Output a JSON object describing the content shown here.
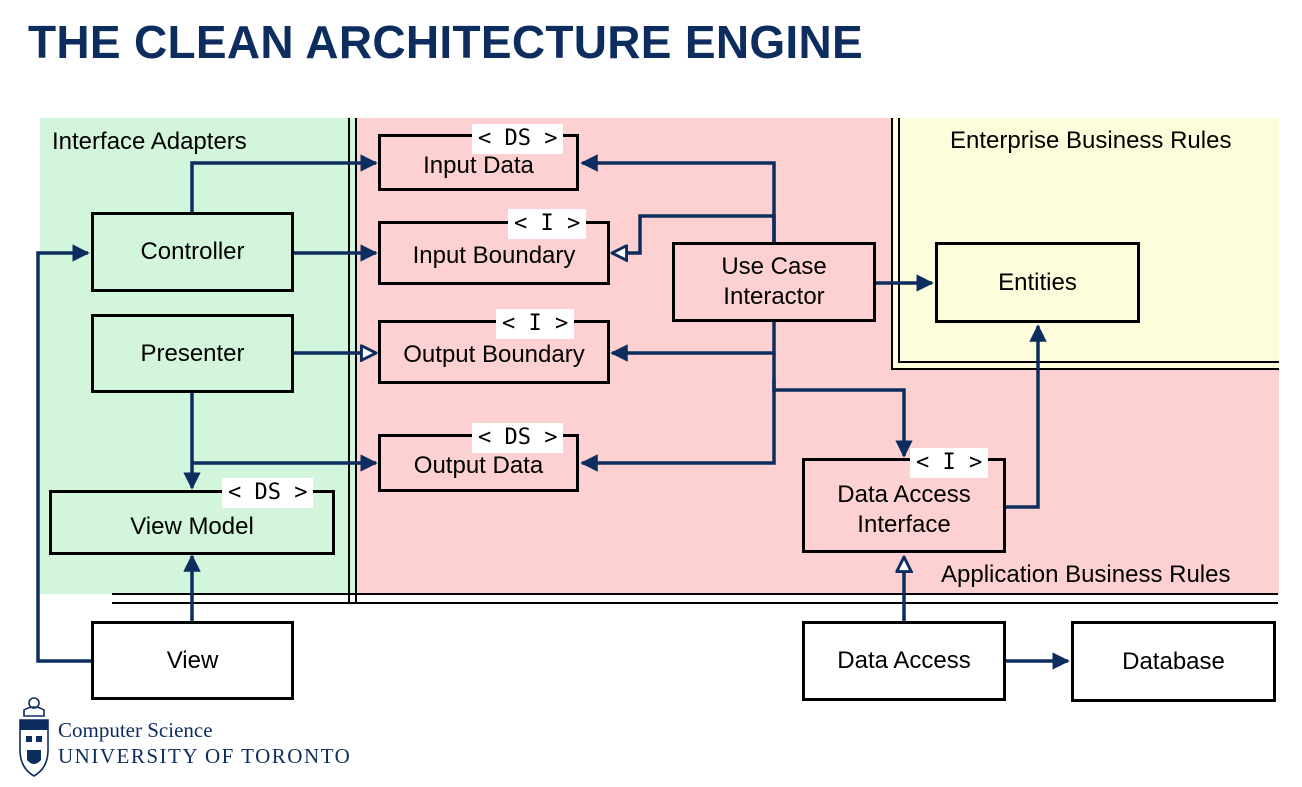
{
  "title": "THE CLEAN ARCHITECTURE ENGINE",
  "regions": {
    "interface_adapters": "Interface Adapters",
    "enterprise_business_rules": "Enterprise Business Rules",
    "application_business_rules": "Application Business Rules"
  },
  "boxes": {
    "controller": "Controller",
    "presenter": "Presenter",
    "view_model": "View Model",
    "view": "View",
    "input_data": "Input Data",
    "input_boundary": "Input Boundary",
    "output_boundary": "Output Boundary",
    "output_data": "Output Data",
    "use_case_interactor": "Use Case\nInteractor",
    "entities": "Entities",
    "data_access_interface": "Data Access\nInterface",
    "data_access": "Data Access",
    "database": "Database"
  },
  "stereotypes": {
    "data_structure": "< DS >",
    "interface": "< I >"
  },
  "logo": {
    "line1": "Computer Science",
    "line2": "UNIVERSITY OF TORONTO"
  },
  "colors": {
    "title": "#0c2d5e",
    "arrows": "#0c2d5e",
    "interface_adapters_bg": "#d3f5dc",
    "application_bg": "#fdd1d1",
    "enterprise_bg": "#fdfddb"
  }
}
